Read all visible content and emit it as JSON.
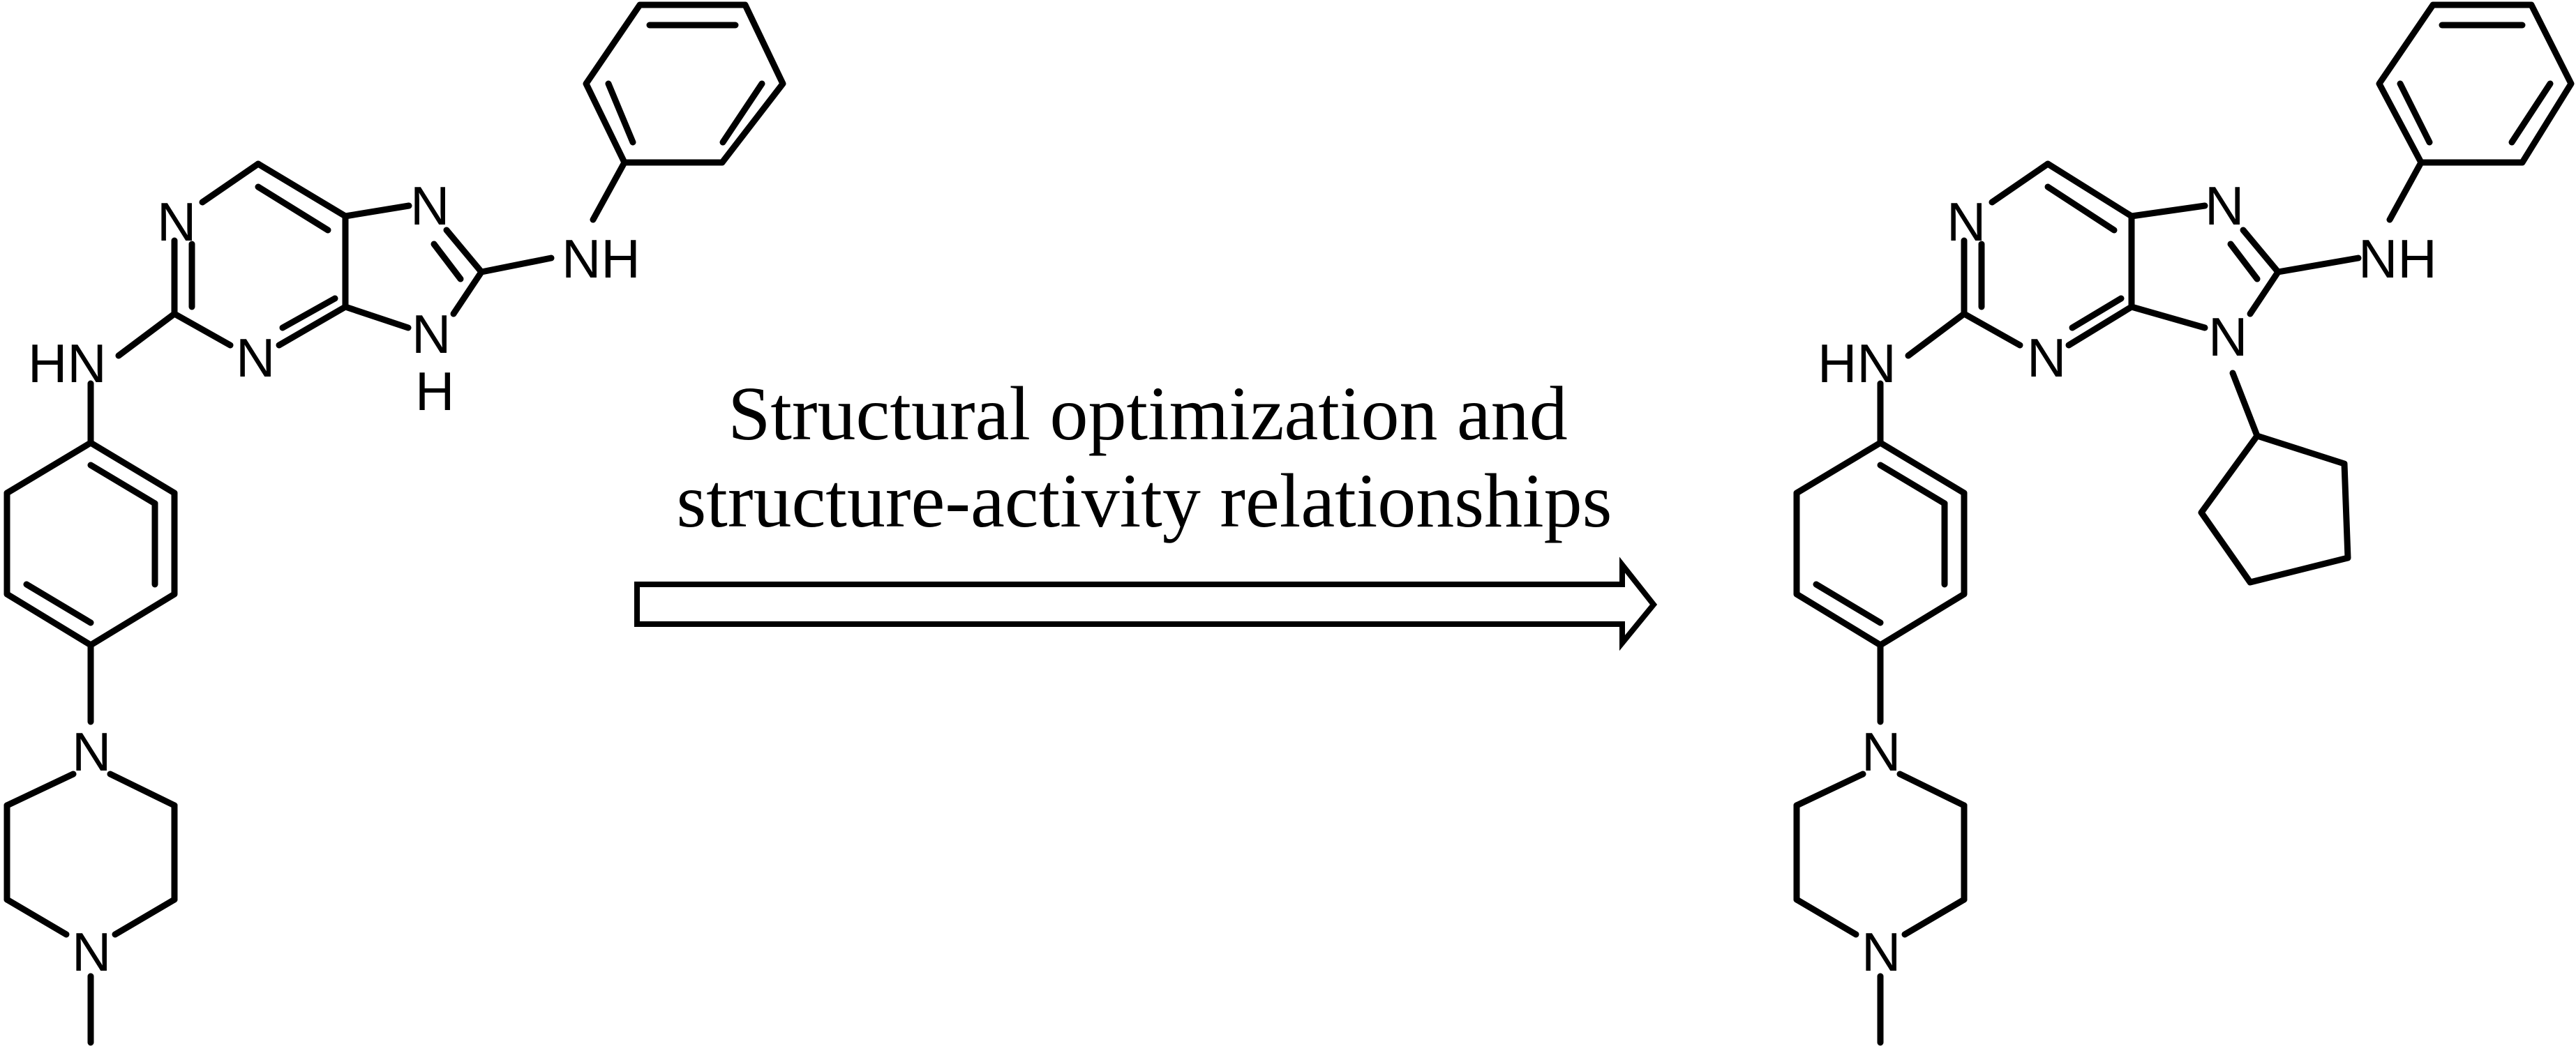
{
  "reaction_text": {
    "line1": "Structural optimization and",
    "line2": "structure-activity relationships"
  },
  "atom_labels": {
    "N": "N",
    "NH": "NH",
    "HN": "HN",
    "H": "H"
  },
  "colors": {
    "ink": "#000000",
    "background": "#ffffff"
  }
}
